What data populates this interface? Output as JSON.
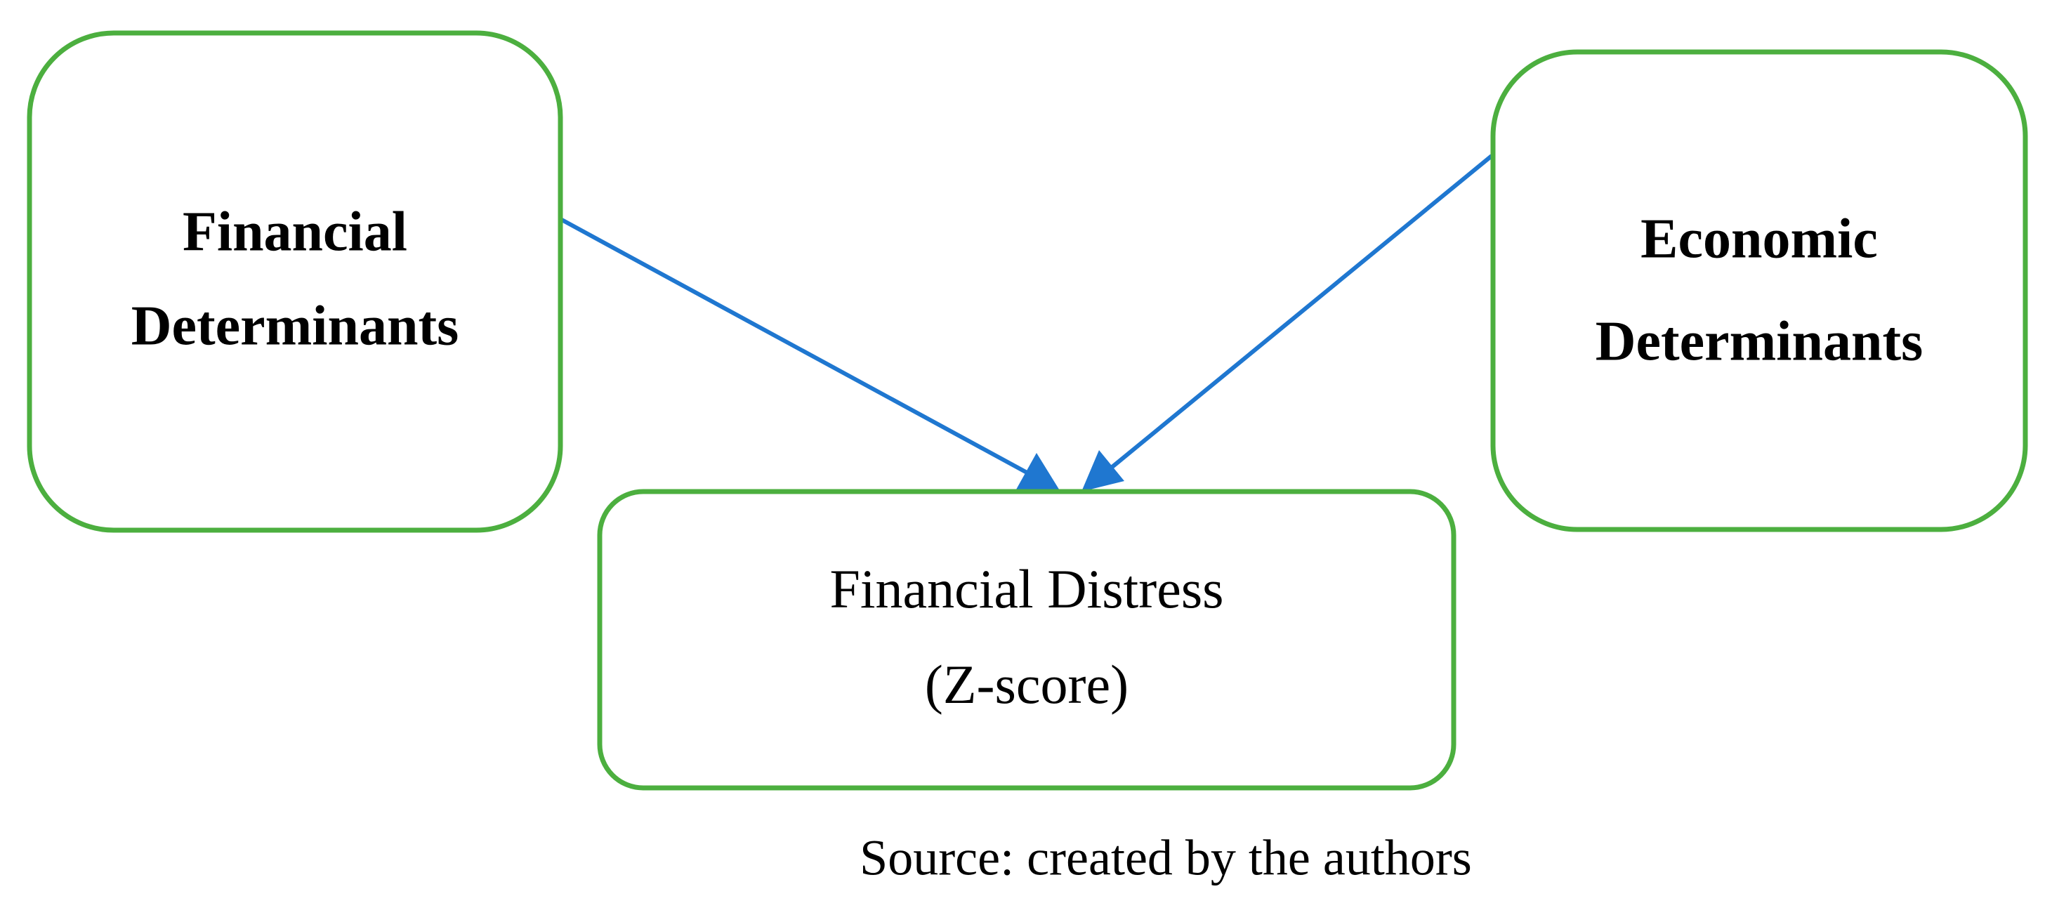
{
  "nodes": {
    "financial_determinants": {
      "line1": "Financial",
      "line2": "Determinants"
    },
    "economic_determinants": {
      "line1": "Economic",
      "line2": "Determinants"
    },
    "financial_distress": {
      "line1": "Financial Distress",
      "line2": "(Z-score)"
    }
  },
  "edges": [
    {
      "from": "financial_determinants",
      "to": "financial_distress"
    },
    {
      "from": "economic_determinants",
      "to": "financial_distress"
    }
  ],
  "source": "Source: created by the authors",
  "colors": {
    "box_border": "#4caf3f",
    "arrow": "#1f77d0",
    "text": "#000000"
  }
}
